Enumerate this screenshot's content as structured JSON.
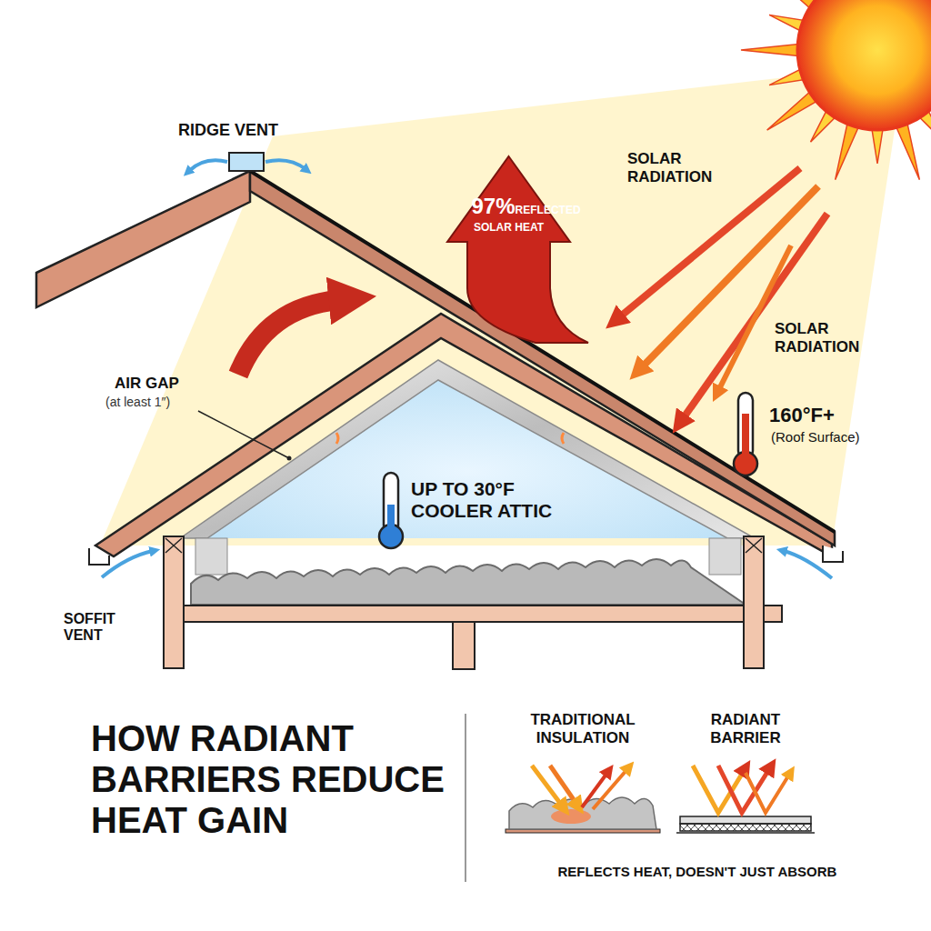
{
  "diagram": {
    "title": "HOW RADIANT BARRIERS REDUCE HEAT GAIN",
    "nodes": [
      {
        "text": [
          "97%",
          "REFLECTED SOLAR HEAT"
        ]
      }
    ],
    "labels": [
      "RIDGE VENT",
      "SOLAR RADIATION",
      "SOLAR RADIATION",
      "AIR GAP",
      "(at least 1″)",
      "160°F+",
      "(Roof Surface)",
      "UP TO 30°F COOLER ATTIC",
      "SOFFIT VENT",
      "TRADITIONAL INSULATION",
      "RADIANT BARRIER",
      "REFLECTS HEAT, DOESN'T JUST ABSORB"
    ]
  }
}
